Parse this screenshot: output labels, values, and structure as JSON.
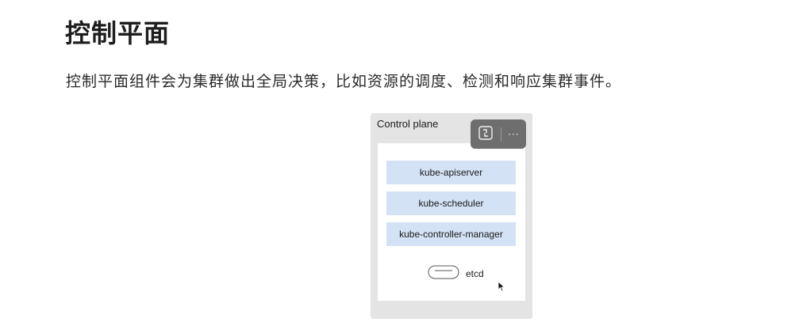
{
  "heading": "控制平面",
  "paragraph": "控制平面组件会为集群做出全局决策，比如资源的调度、检测和响应集群事件。",
  "diagram": {
    "title": "Control plane",
    "components": [
      "kube-apiserver",
      "kube-scheduler",
      "kube-controller-manager"
    ],
    "storage": {
      "label": "etcd",
      "icon": "database-icon"
    }
  },
  "toolbar": {
    "expand_icon": "expand-icon",
    "more_label": "···"
  },
  "colors": {
    "component_fill": "#d3e2f5",
    "diagram_background": "#e4e4e4",
    "toolbar_background": "#6e6e6e"
  }
}
